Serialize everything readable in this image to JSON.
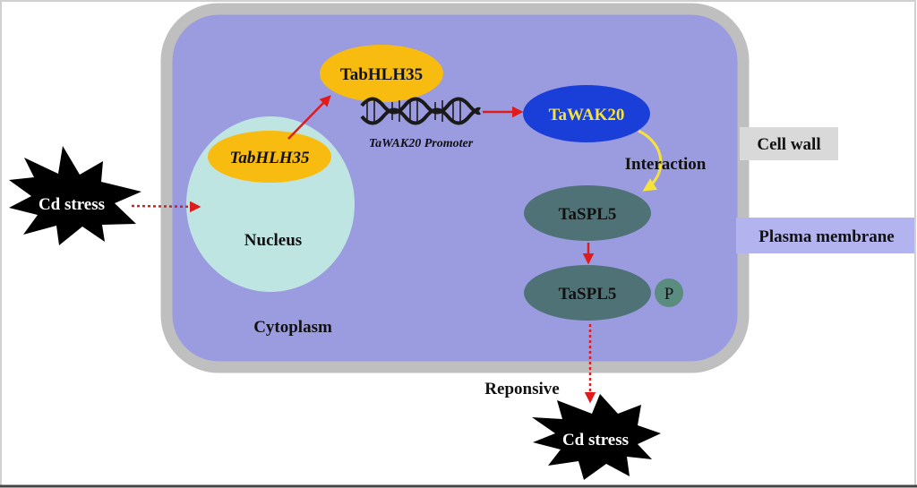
{
  "labels": {
    "tabhlh35_top": "TabHLH35",
    "tabhlh35_nucleus": "TabHLH35",
    "promoter": "TaWAK20 Promoter",
    "tawak20": "TaWAK20",
    "interaction": "Interaction",
    "taspl5_top": "TaSPL5",
    "taspl5_bottom": "TaSPL5",
    "phospho": "P",
    "nucleus": "Nucleus",
    "cytoplasm": "Cytoplasm",
    "cell_wall": "Cell wall",
    "plasma_membrane": "Plasma membrane",
    "cd_stress_left": "Cd stress",
    "cd_stress_bottom": "Cd stress",
    "reponsive": "Reponsive"
  },
  "colors": {
    "cell_wall": "#bfbfbf",
    "cytoplasm": "#9b9be0",
    "nucleus": "#bfe5e2",
    "tabhlh35": "#f8bc10",
    "tawak20": "#1a3fd8",
    "taspl5": "#4e7276",
    "arrow_red": "#e01b1b",
    "arrow_yellow": "#f5e23a",
    "dna": "#1a1a1a",
    "cd_stress": "#000000"
  }
}
